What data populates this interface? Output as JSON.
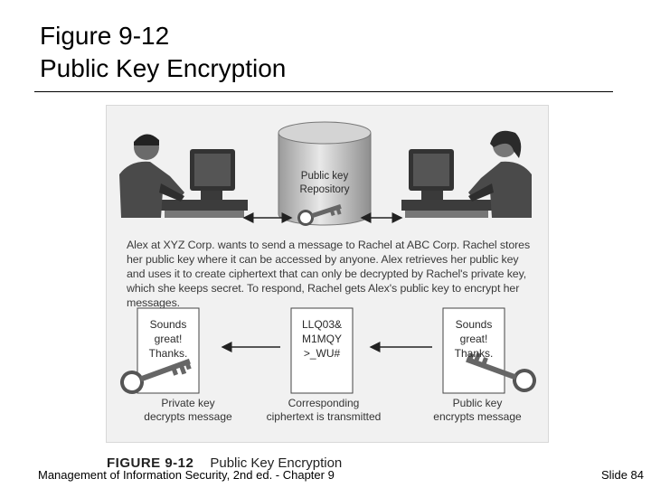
{
  "slide": {
    "title_line1": "Figure 9-12",
    "title_line2": "Public Key Encryption"
  },
  "figure": {
    "repository_label": "Public key\nRepository",
    "description": "Alex at XYZ Corp. wants to send a message to Rachel at ABC Corp. Rachel stores her public key where it can be accessed by anyone. Alex retrieves her public key and uses it to create ciphertext that can only be decrypted by Rachel's private key, which she keeps secret. To respond, Rachel gets Alex's public key to encrypt her messages.",
    "left_box_text": "Sounds\ngreat!\nThanks.",
    "middle_box_text": "LLQ03&\nM1MQY\n>_WU#",
    "right_box_text": "Sounds\ngreat!\nThanks.",
    "left_caption": "Private key\ndecrypts message",
    "middle_caption": "Corresponding\nciphertext is transmitted",
    "right_caption": "Public key\nencrypts message",
    "caption_number": "FIGURE 9-12",
    "caption_title": "Public Key Encryption"
  },
  "footer": {
    "left": "Management of Information Security, 2nd ed. - Chapter 9",
    "right": "Slide 84"
  },
  "icons": {
    "person_left": "man-at-computer-icon",
    "person_right": "woman-at-computer-icon",
    "repository": "database-cylinder-icon",
    "key": "key-icon"
  }
}
